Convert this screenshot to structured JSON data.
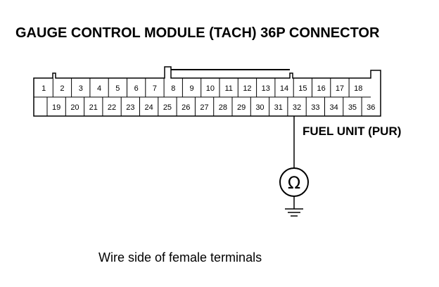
{
  "diagram": {
    "title": "GAUGE CONTROL MODULE (TACH) 36P CONNECTOR",
    "connector": {
      "top_row": [
        "1",
        "2",
        "3",
        "4",
        "5",
        "6",
        "7",
        "8",
        "9",
        "10",
        "11",
        "12",
        "13",
        "14",
        "15",
        "16",
        "17",
        "18"
      ],
      "bottom_row": [
        "19",
        "20",
        "21",
        "22",
        "23",
        "24",
        "25",
        "26",
        "27",
        "28",
        "29",
        "30",
        "31",
        "32",
        "33",
        "34",
        "35",
        "36"
      ]
    },
    "wire": {
      "terminal": "32",
      "label": "FUEL UNIT (PUR)",
      "component_icon": "ohm-meter-icon",
      "ohm_symbol": "Ω",
      "ground_icon": "ground-symbol-icon"
    },
    "caption": "Wire side of female terminals"
  }
}
